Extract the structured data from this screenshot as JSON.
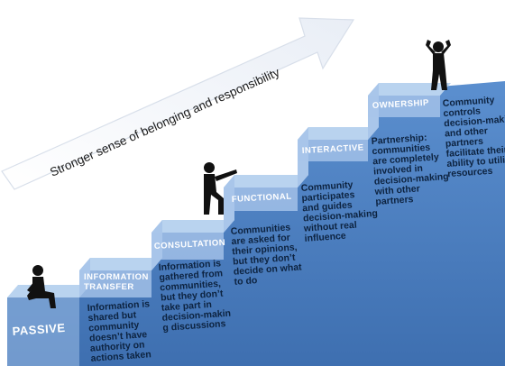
{
  "arrow": {
    "text": "Stronger sense of belonging and responsibility"
  },
  "steps": [
    {
      "label": "PASSIVE",
      "desc": [
        "Information is",
        "shared but",
        "community",
        "doesn’t have",
        "authority on",
        "actions taken"
      ]
    },
    {
      "label_lines": [
        "INFORMATION",
        "TRANSFER"
      ],
      "desc": [
        "Information is",
        "gathered from",
        "communities,",
        "but they don’t",
        "take part in",
        "decision-makin",
        "g discussions"
      ]
    },
    {
      "label": "CONSULTATION",
      "desc": [
        "Communities",
        "are asked for",
        "their opinions,",
        "but they don’t",
        "decide on what",
        "to do"
      ]
    },
    {
      "label": "FUNCTIONAL",
      "desc": [
        "Community",
        "participates",
        "and guides",
        "decision-making",
        "without real",
        "influence"
      ]
    },
    {
      "label": "INTERACTIVE",
      "desc": [
        "Partnership:",
        "communities",
        "are completely",
        "involved in",
        "decision-making",
        "with other",
        "partners"
      ]
    },
    {
      "label": "OWNERSHIP",
      "desc": [
        "Community",
        "controls",
        "decision-making",
        "and other",
        "partners",
        "facilitate their",
        "ability to utilise",
        "resources"
      ]
    }
  ],
  "colors": {
    "step_top": "#b9d3ef",
    "step_face": "#4f83c4",
    "step_face_dark": "#3d6fae",
    "arrow_fill": "#f2f5fa",
    "arrow_stroke": "#d6dde8",
    "desc_text": "#0d2340"
  },
  "figures": [
    "sitting-person-icon",
    "climbing-person-icon",
    "celebrating-person-icon"
  ]
}
